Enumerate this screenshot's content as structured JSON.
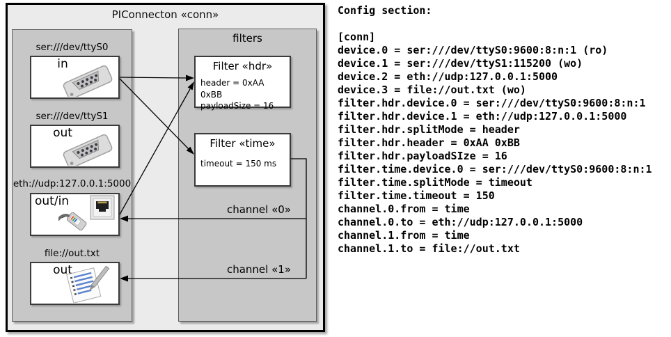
{
  "diagram": {
    "title": "PIConnecton «conn»",
    "devices_panel": {
      "devices": [
        {
          "label": "ser:///dev/ttyS0",
          "direction": "in",
          "icon": "serial-connector-icon"
        },
        {
          "label": "ser:///dev/ttyS1",
          "direction": "out",
          "icon": "serial-connector-icon"
        },
        {
          "label": "eth://udp:127.0.0.1:5000",
          "direction": "out/in",
          "icon": "ethernet-connector-icon"
        },
        {
          "label": "file://out.txt",
          "direction": "out",
          "icon": "notepad-pen-icon"
        }
      ]
    },
    "filters_panel": {
      "title": "filters",
      "filters": [
        {
          "title": "Filter «hdr»",
          "attributes": [
            "header = 0xAA 0xBB",
            "payloadSize = 16"
          ]
        },
        {
          "title": "Filter «time»",
          "attributes": [
            "timeout = 150 ms"
          ]
        }
      ]
    },
    "channels": [
      {
        "label": "channel «0»"
      },
      {
        "label": "channel «1»"
      }
    ]
  },
  "config": {
    "heading": "Config section:",
    "lines": [
      "[conn]",
      "device.0 = ser:///dev/ttyS0:9600:8:n:1 (ro)",
      "device.1 = ser:///dev/ttyS1:115200 (wo)",
      "device.2 = eth://udp:127.0.0.1:5000",
      "device.3 = file://out.txt (wo)",
      "filter.hdr.device.0 = ser:///dev/ttyS0:9600:8:n:1",
      "filter.hdr.device.1 = eth://udp:127.0.0.1:5000",
      "filter.hdr.splitMode = header",
      "filter.hdr.header = 0xAA 0xBB",
      "filter.hdr.payloadSIze = 16",
      "filter.time.device.0 = ser:///dev/ttyS0:9600:8:n:1",
      "filter.time.splitMode = timeout",
      "filter.time.timeout = 150",
      "channel.0.from = time",
      "channel.0.to = eth://udp:127.0.0.1:5000",
      "channel.1.from = time",
      "channel.1.to = file://out.txt"
    ]
  },
  "colors": {
    "outer_fill": "#ebebeb",
    "panel_fill": "#c7c7c7",
    "box_fill": "#ffffff",
    "line": "#000000"
  }
}
